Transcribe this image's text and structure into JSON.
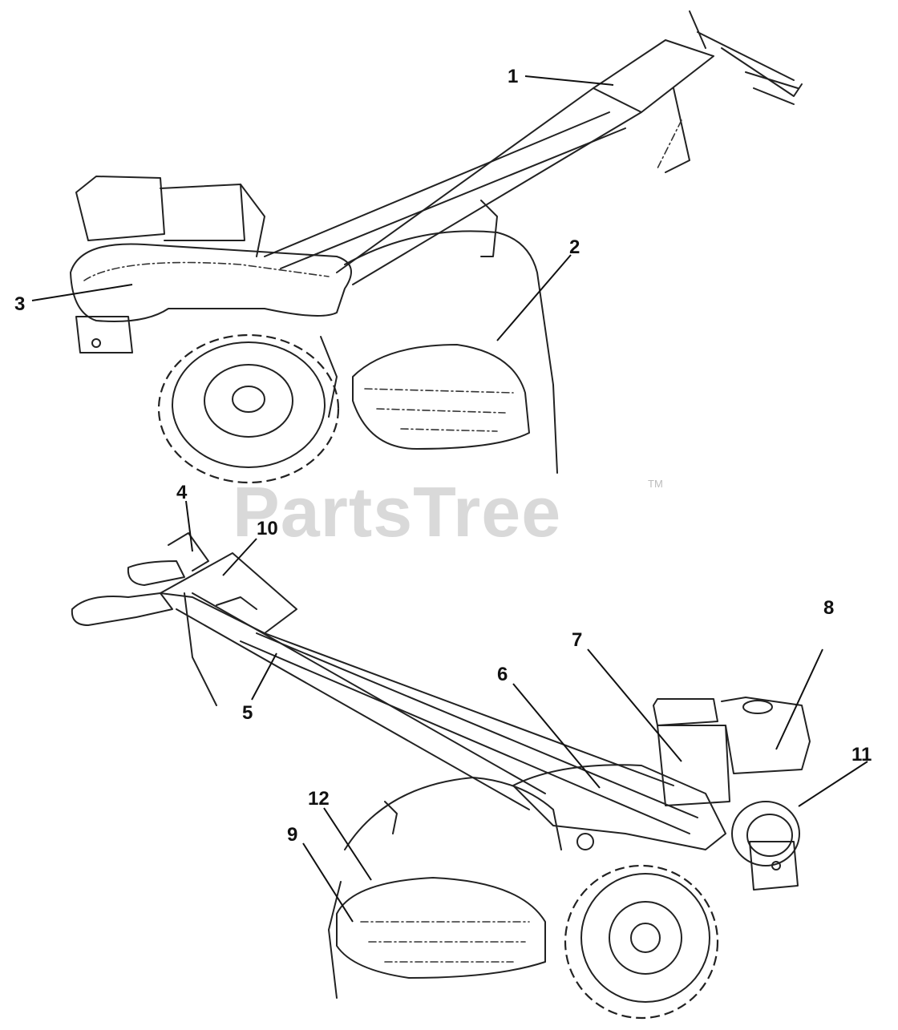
{
  "watermark": {
    "brand": "PartsTree",
    "trademark": "TM"
  },
  "callouts": [
    {
      "id": "1",
      "label": "1"
    },
    {
      "id": "2",
      "label": "2"
    },
    {
      "id": "3",
      "label": "3"
    },
    {
      "id": "4",
      "label": "4"
    },
    {
      "id": "5",
      "label": "5"
    },
    {
      "id": "6",
      "label": "6"
    },
    {
      "id": "7",
      "label": "7"
    },
    {
      "id": "8",
      "label": "8"
    },
    {
      "id": "9",
      "label": "9"
    },
    {
      "id": "10",
      "label": "10"
    },
    {
      "id": "11",
      "label": "11"
    },
    {
      "id": "12",
      "label": "12"
    }
  ]
}
